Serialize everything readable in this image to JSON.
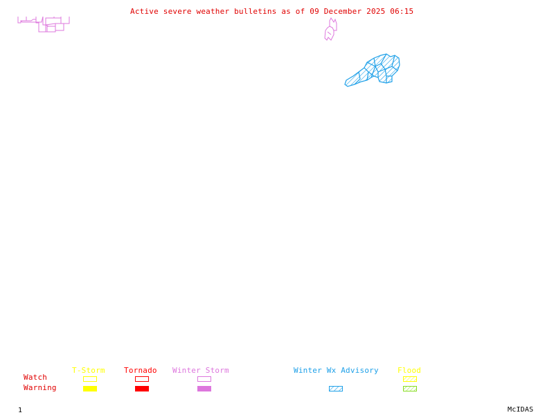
{
  "title": "Active severe weather bulletins as of 09 December 2025 06:15",
  "colors": {
    "title": "#e00000",
    "tstorm": "#ffff00",
    "tornado": "#ff0000",
    "winter_storm": "#dd77dd",
    "winter_wx_advisory": "#1ea0e8",
    "flood_watch": "#ffff00",
    "flood_warning": "#88dd22"
  },
  "legend": {
    "row_labels": {
      "watch": "Watch",
      "warning": "Warning"
    },
    "categories": [
      {
        "key": "tstorm",
        "label": "T-Storm",
        "watch": "outline",
        "warning": "solid"
      },
      {
        "key": "tornado",
        "label": "Tornado",
        "watch": "outline",
        "warning": "solid"
      },
      {
        "key": "winter_storm",
        "label": "Winter Storm",
        "watch": "outline",
        "warning": "solid"
      },
      {
        "key": "winter_wx_advisory",
        "label": "Winter Wx Advisory",
        "watch": null,
        "warning": "hatched"
      },
      {
        "key": "flood",
        "label": "Flood",
        "watch": "hatched",
        "warning": "hatched"
      }
    ]
  },
  "map_regions": [
    {
      "name": "winter-storm-warning-area-northwest",
      "type": "Winter Storm",
      "style": "outline"
    },
    {
      "name": "winter-storm-area-north-central",
      "type": "Winter Storm",
      "style": "outline"
    },
    {
      "name": "winter-wx-advisory-area-northeast",
      "type": "Winter Wx Advisory",
      "style": "hatched"
    }
  ],
  "footer": {
    "frame_number": "1",
    "software": "McIDAS"
  }
}
